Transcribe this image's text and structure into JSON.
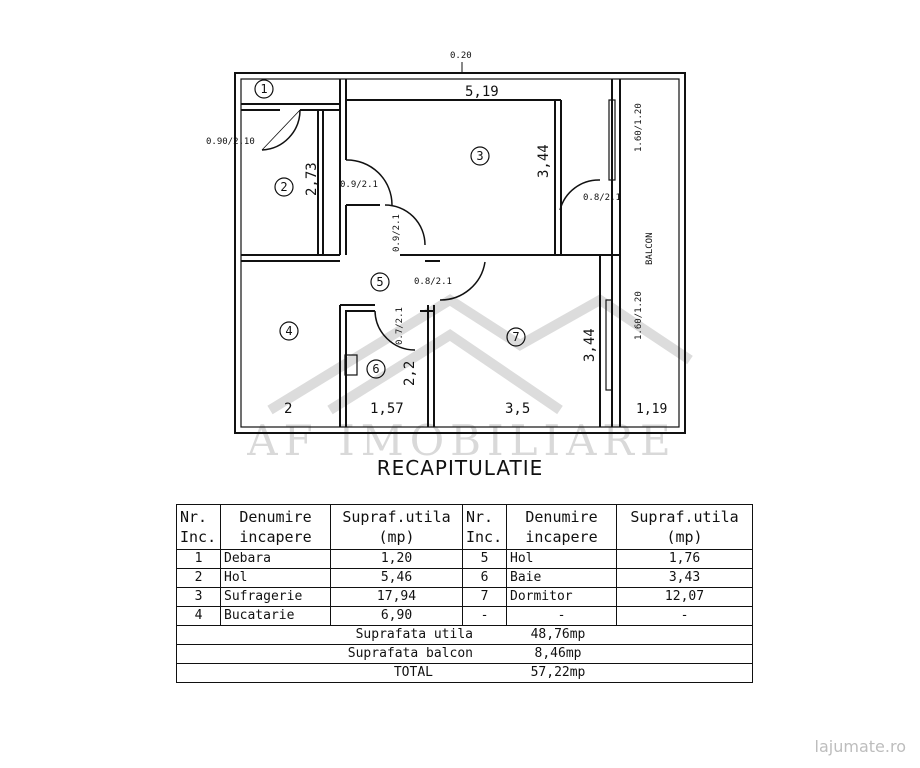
{
  "plan": {
    "rooms": [
      {
        "num": "1"
      },
      {
        "num": "2"
      },
      {
        "num": "3"
      },
      {
        "num": "4"
      },
      {
        "num": "5"
      },
      {
        "num": "6"
      },
      {
        "num": "7"
      }
    ],
    "dimensions": {
      "wall_thickness": "0.20",
      "top_width": "5,19",
      "room3_height": "3,44",
      "room2_height": "2,73",
      "room7_height": "3,44",
      "room6_height": "2,2",
      "bottom_1": "2",
      "bottom_2": "1,57",
      "bottom_3": "3,5",
      "bottom_4": "1,19"
    },
    "openings": {
      "entry_door": "0.90/2.10",
      "door_room2": "0.9/2.1",
      "door_room3": "0.8/2.1",
      "door_hall_v": "0.9/2.1",
      "door_room7": "0.8/2.1",
      "door_room6": "0.7/2.1",
      "window_upper": "1.60/1.20",
      "window_lower": "1.60/1.20"
    },
    "balcony_label": "BALCON",
    "watermark": "AF IMOBILIARE"
  },
  "recap": {
    "title": "RECAPITULATIE",
    "headers": {
      "nr": "Nr.\nInc.",
      "name": "Denumire\nincapere",
      "area": "Supraf.utila\n(mp)"
    },
    "rows": [
      {
        "nr1": "1",
        "name1": "Debara",
        "area1": "1,20",
        "nr2": "5",
        "name2": "Hol",
        "area2": "1,76"
      },
      {
        "nr1": "2",
        "name1": "Hol",
        "area1": "5,46",
        "nr2": "6",
        "name2": "Baie",
        "area2": "3,43"
      },
      {
        "nr1": "3",
        "name1": "Sufragerie",
        "area1": "17,94",
        "nr2": "7",
        "name2": "Dormitor",
        "area2": "12,07"
      },
      {
        "nr1": "4",
        "name1": "Bucatarie",
        "area1": "6,90",
        "nr2": "-",
        "name2": "-",
        "area2": "-"
      }
    ],
    "totals": [
      {
        "label": "Suprafata utila",
        "value": "48,76mp"
      },
      {
        "label": "Suprafata balcon",
        "value": "8,46mp"
      },
      {
        "label": "TOTAL",
        "value": "57,22mp"
      }
    ]
  },
  "corner_mark": "lajumate.ro"
}
